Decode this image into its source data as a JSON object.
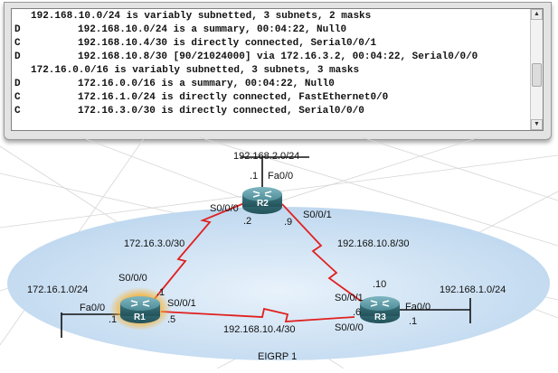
{
  "console": {
    "lines": [
      {
        "code": "",
        "text": "192.168.10.0/24 is variably subnetted, 3 subnets, 2 masks",
        "indent": 1
      },
      {
        "code": "D",
        "text": "192.168.10.0/24 is a summary, 00:04:22, Null0",
        "indent": 2
      },
      {
        "code": "C",
        "text": "192.168.10.4/30 is directly connected, Serial0/0/1",
        "indent": 2
      },
      {
        "code": "D",
        "text": "192.168.10.8/30 [90/21024000] via 172.16.3.2, 00:04:22, Serial0/0/0",
        "indent": 2
      },
      {
        "code": "",
        "text": "172.16.0.0/16 is variably subnetted, 3 subnets, 3 masks",
        "indent": 1
      },
      {
        "code": "D",
        "text": "172.16.0.0/16 is a summary, 00:04:22, Null0",
        "indent": 2
      },
      {
        "code": "C",
        "text": "172.16.1.0/24 is directly connected, FastEthernet0/0",
        "indent": 2
      },
      {
        "code": "C",
        "text": "172.16.3.0/30 is directly connected, Serial0/0/0",
        "indent": 2
      }
    ]
  },
  "topology": {
    "area_label": "EIGRP 1",
    "routers": {
      "r1": {
        "name": "R1"
      },
      "r2": {
        "name": "R2"
      },
      "r3": {
        "name": "R3"
      }
    },
    "networks": {
      "r2_lan": "192.168.2.0/24",
      "r1_lan": "172.16.1.0/24",
      "r3_lan": "192.168.1.0/24",
      "r1_r2": "172.16.3.0/30",
      "r2_r3": "192.168.10.8/30",
      "r1_r3": "192.168.10.4/30"
    },
    "interfaces": {
      "r2_fa": "Fa0/0",
      "r2_s000": "S0/0/0",
      "r2_s001": "S0/0/1",
      "r1_fa": "Fa0/0",
      "r1_s000": "S0/0/0",
      "r1_s001": "S0/0/1",
      "r3_fa": "Fa0/0",
      "r3_s001": "S0/0/1",
      "r3_s000": "S0/0/0"
    },
    "host_ids": {
      "r2_lan": ".1",
      "r2_to_r1": ".2",
      "r2_to_r3": ".9",
      "r1_lan": ".1",
      "r1_to_r2": ".1",
      "r1_to_r3": ".5",
      "r3_to_r2": ".10",
      "r3_to_r1": ".6",
      "r3_lan": ".1"
    },
    "colors": {
      "serial_link": "#e02020",
      "area_fill": "#cfe3f5",
      "router_body": "#3f7f8a",
      "r1_highlight": "#f2a01c"
    }
  }
}
